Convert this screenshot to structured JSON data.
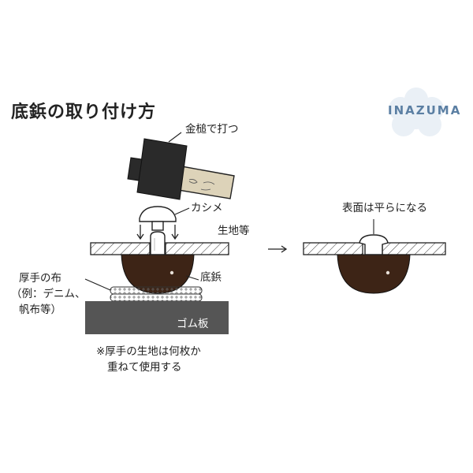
{
  "title": "底鋲の取り付け方",
  "brand": "INAZUMA",
  "labels": {
    "hammer": "金槌で打つ",
    "kashime": "カシメ",
    "fabric": "生地等",
    "rivet_base": "底鋲",
    "thick_cloth_1": "厚手の布",
    "thick_cloth_2": "（例：デニム、",
    "thick_cloth_3": "帆布等）",
    "rubber_board": "ゴム板",
    "surface_flat": "表面は平らになる",
    "note_1": "※厚手の生地は何枚か",
    "note_2": "重ねて使用する"
  },
  "colors": {
    "rivet": "#3d2416",
    "rubber": "#555555",
    "logo": "#5b7fa3",
    "logo_flower": "#eaf0f6",
    "hammer_head": "#2a2a2a",
    "hammer_handle": "#ddd3b9"
  }
}
